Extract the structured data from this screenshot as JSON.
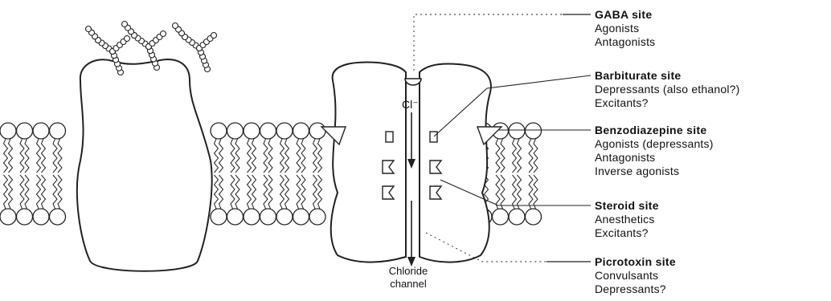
{
  "ion_label": "Cl⁻",
  "channel_caption": [
    "Chloride",
    "channel"
  ],
  "sites": [
    {
      "name": "GABA site",
      "items": [
        "Agonists",
        "Antagonists"
      ]
    },
    {
      "name": "Barbiturate site",
      "items": [
        "Depressants (also ethanol?)",
        "Excitants?"
      ]
    },
    {
      "name": "Benzodiazepine site",
      "items": [
        "Agonists (depressants)",
        "Antagonists",
        "Inverse agonists"
      ]
    },
    {
      "name": "Steroid site",
      "items": [
        "Anesthetics",
        "Excitants?"
      ]
    },
    {
      "name": "Picrotoxin site",
      "items": [
        "Convulsants",
        "Depressants?"
      ]
    }
  ]
}
